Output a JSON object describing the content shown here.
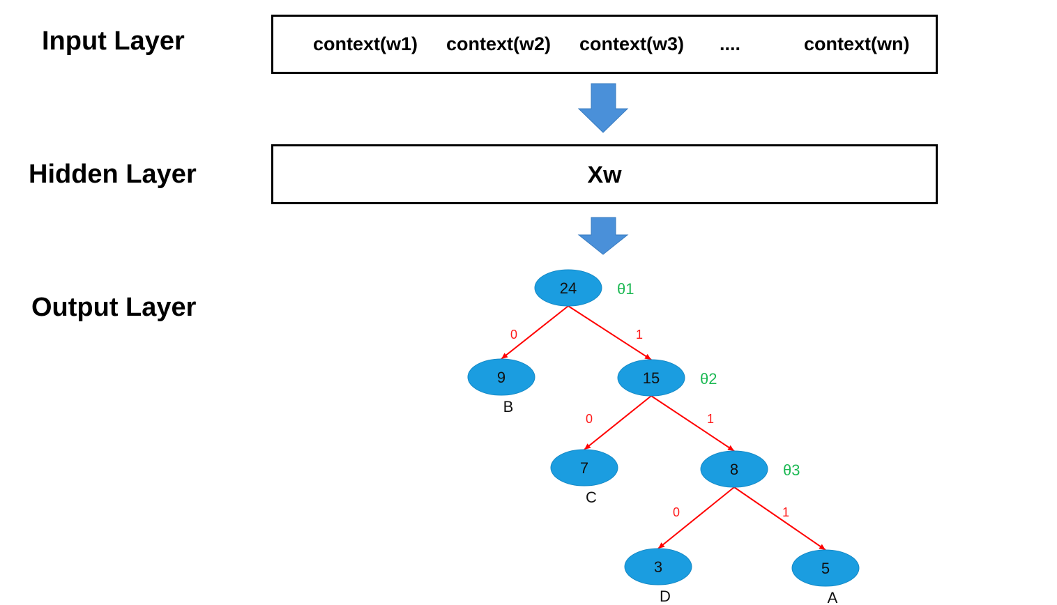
{
  "labels": {
    "input": "Input Layer",
    "hidden": "Hidden Layer",
    "output": "Output Layer"
  },
  "input_layer": {
    "items": [
      "context(w1)",
      "context(w2)",
      "context(w3)",
      "....",
      "context(wn)"
    ]
  },
  "hidden_layer": {
    "text": "Xw"
  },
  "colors": {
    "arrow_fill": "#4a90d9",
    "node_fill": "#1b9de0",
    "edge": "#ff0000",
    "edge_label": "#ff1a1a",
    "theta": "#1db954"
  },
  "tree": {
    "nodes": [
      {
        "id": "n24",
        "value": "24",
        "theta": "θ1",
        "leaf": ""
      },
      {
        "id": "n9",
        "value": "9",
        "theta": "",
        "leaf": "B"
      },
      {
        "id": "n15",
        "value": "15",
        "theta": "θ2",
        "leaf": ""
      },
      {
        "id": "n7",
        "value": "7",
        "theta": "",
        "leaf": "C"
      },
      {
        "id": "n8",
        "value": "8",
        "theta": "θ3",
        "leaf": ""
      },
      {
        "id": "n3",
        "value": "3",
        "theta": "",
        "leaf": "D"
      },
      {
        "id": "n5",
        "value": "5",
        "theta": "",
        "leaf": "A"
      }
    ],
    "edges": [
      {
        "from": "n24",
        "to": "n9",
        "label": "0"
      },
      {
        "from": "n24",
        "to": "n15",
        "label": "1"
      },
      {
        "from": "n15",
        "to": "n7",
        "label": "0"
      },
      {
        "from": "n15",
        "to": "n8",
        "label": "1"
      },
      {
        "from": "n8",
        "to": "n3",
        "label": "0"
      },
      {
        "from": "n8",
        "to": "n5",
        "label": "1"
      }
    ]
  }
}
